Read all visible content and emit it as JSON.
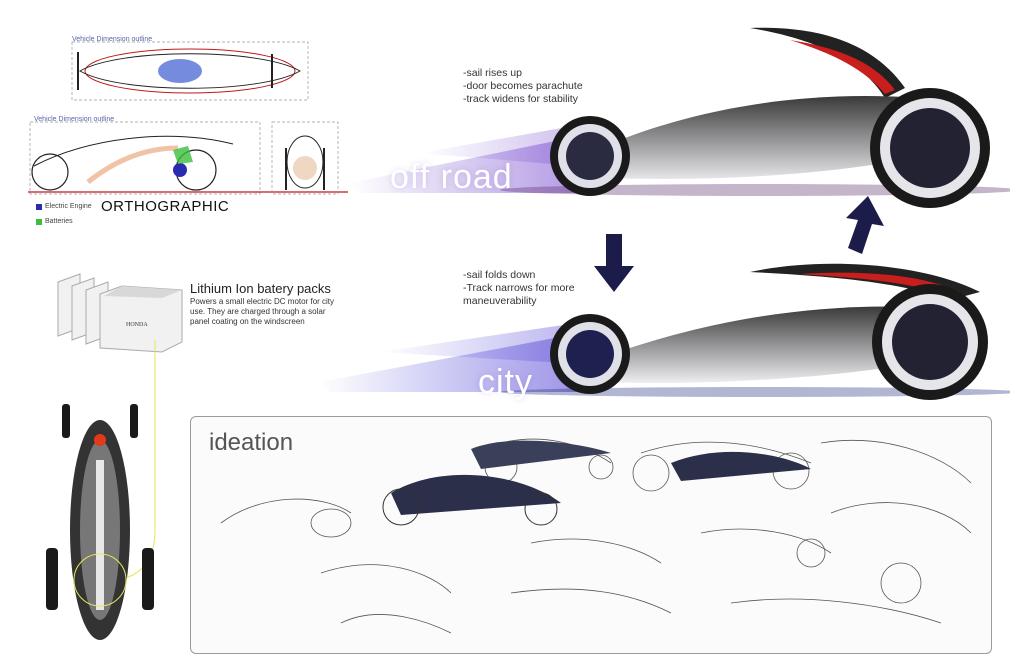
{
  "orthographic": {
    "top_caption": "Vehicle Dimension outline",
    "side_caption": "Vehicle Dimension outline",
    "title": "ORTHOGRAPHIC",
    "legend": [
      {
        "label": "Electric Engine",
        "color": "#2b2bb0"
      },
      {
        "label": "Batteries",
        "color": "#3bbf3b"
      }
    ]
  },
  "offroad": {
    "label": "off road",
    "notes": [
      "-sail rises up",
      "-door becomes parachute",
      "-track widens for stability"
    ]
  },
  "city": {
    "label": "city",
    "notes": [
      "-sail folds down",
      "-Track narrows for more",
      "maneuverability"
    ]
  },
  "battery": {
    "title": "Lithium Ion batery packs",
    "body": "Powers a small electric DC motor for city use. They are charged through a solar panel coating on the windscreen",
    "brand": "HONDA"
  },
  "ideation": {
    "title": "ideation"
  },
  "colors": {
    "arrow": "#1c1c4a",
    "sail_red": "#c81e1e",
    "trail": "#7a4fd0"
  }
}
